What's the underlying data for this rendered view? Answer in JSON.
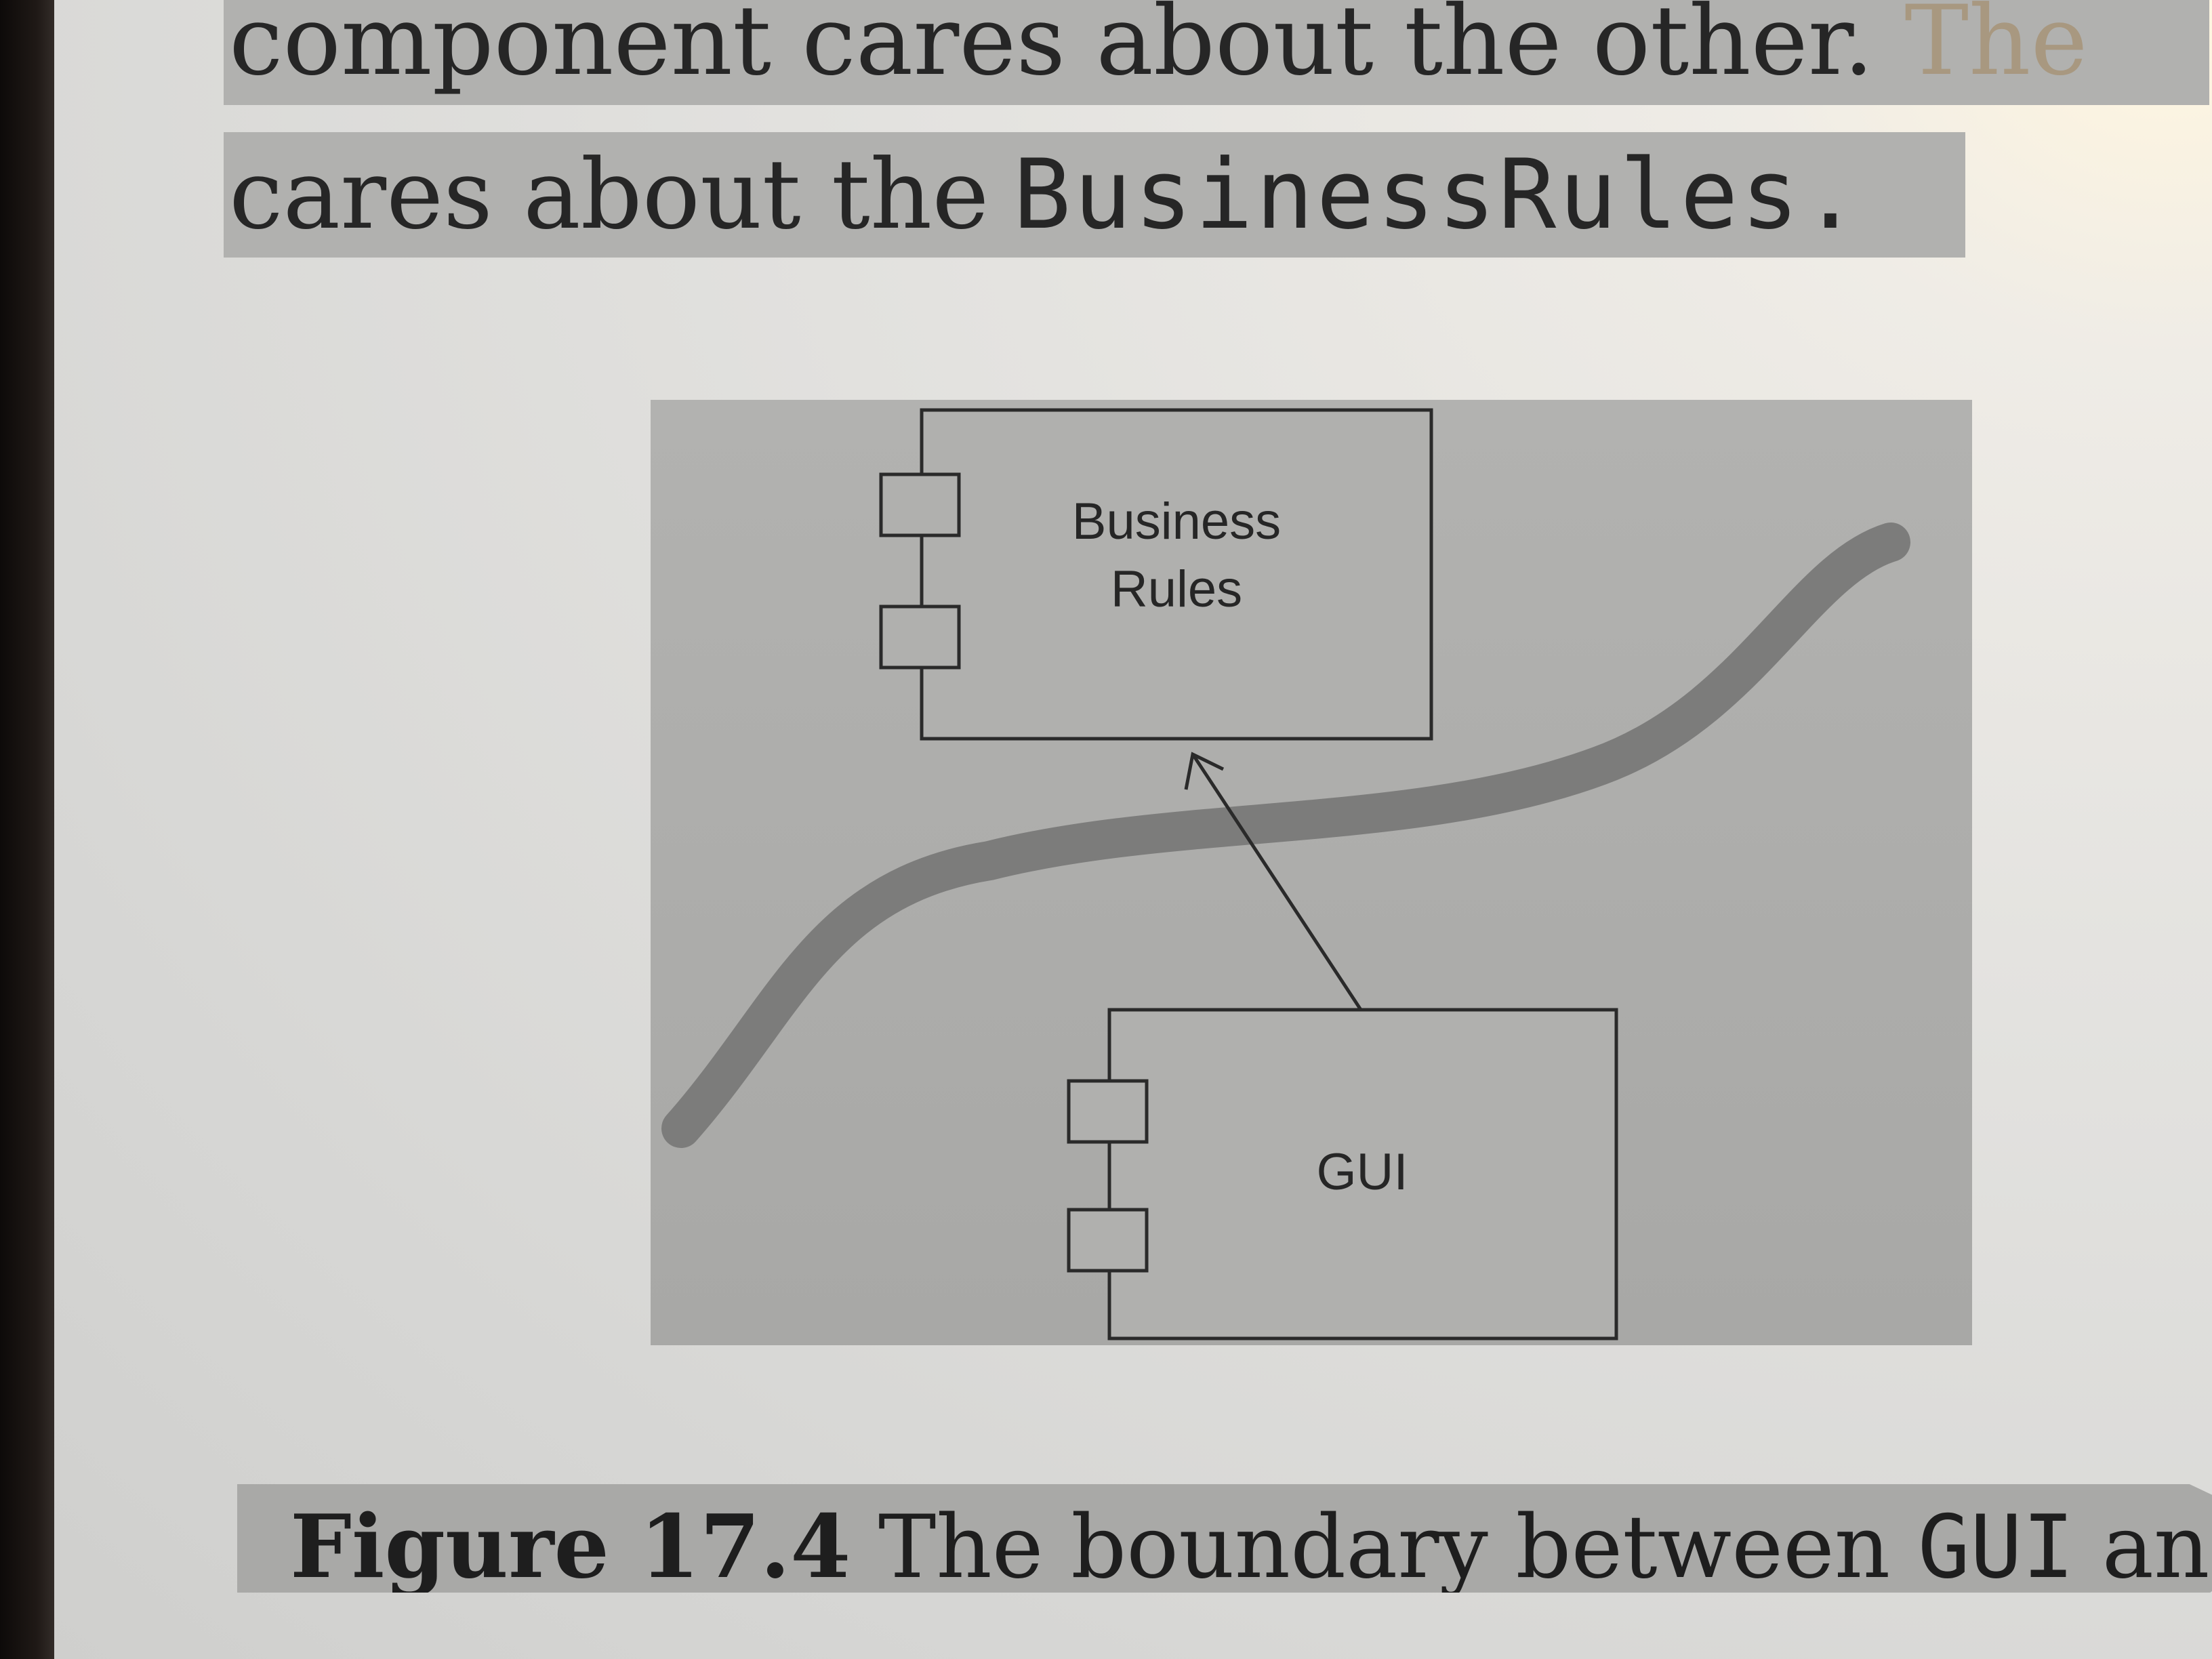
{
  "text": {
    "line1_main": "component cares about the other.",
    "line1_faded": "The",
    "line2_prefix": "cares about the",
    "line2_code": "BusinessRules",
    "line2_suffix": "."
  },
  "diagram": {
    "upper_component_line1": "Business",
    "upper_component_line2": "Rules",
    "lower_component": "GUI"
  },
  "caption": {
    "label": "Figure 17.4",
    "text_before": "The boundary between",
    "code": "GUI",
    "text_after": "and"
  }
}
